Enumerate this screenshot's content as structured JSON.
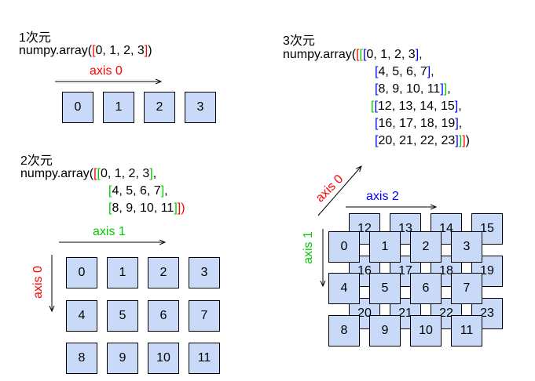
{
  "colors": {
    "box_fill": "#c9daf8",
    "axis0": "#ff0000",
    "axis1": "#00cc00",
    "axis2": "#0000ff"
  },
  "d1": {
    "title": "1次元",
    "code_prefix": "numpy.array(",
    "open0": "[",
    "body": "0, 1, 2, 3",
    "close0": "]",
    "code_suffix": ")",
    "axis0": "axis 0",
    "cells": [
      "0",
      "1",
      "2",
      "3"
    ]
  },
  "d2": {
    "title": "2次元",
    "code_prefix": "numpy.array(",
    "rows": [
      {
        "pre": "[",
        "open": "[",
        "body": "0, 1, 2, 3",
        "close": "]",
        "post": ","
      },
      {
        "pre": "",
        "open": "[",
        "body": "4, 5, 6, 7",
        "close": "]",
        "post": ","
      },
      {
        "pre": "",
        "open": "[",
        "body": "8, 9, 10, 11",
        "close": "]",
        "post": "])"
      }
    ],
    "axis0": "axis 0",
    "axis1": "axis 1",
    "cells": [
      [
        "0",
        "1",
        "2",
        "3"
      ],
      [
        "4",
        "5",
        "6",
        "7"
      ],
      [
        "8",
        "9",
        "10",
        "11"
      ]
    ]
  },
  "d3": {
    "title": "3次元",
    "code_prefix": "numpy.array(",
    "rows": [
      {
        "r": "[",
        "g": "[",
        "b": "[",
        "body": "0, 1, 2, 3",
        "bc": "]",
        "gc": "",
        "rc": "",
        "post": ","
      },
      {
        "r": "",
        "g": "",
        "b": "[",
        "body": "4, 5, 6, 7",
        "bc": "]",
        "gc": "",
        "rc": "",
        "post": ","
      },
      {
        "r": "",
        "g": "",
        "b": "[",
        "body": "8, 9, 10, 11",
        "bc": "]",
        "gc": "]",
        "rc": "",
        "post": ","
      },
      {
        "r": "",
        "g": "[",
        "b": "[",
        "body": "12, 13, 14, 15",
        "bc": "]",
        "gc": "",
        "rc": "",
        "post": ","
      },
      {
        "r": "",
        "g": "",
        "b": "[",
        "body": "16, 17, 18, 19",
        "bc": "]",
        "gc": "",
        "rc": "",
        "post": ","
      },
      {
        "r": "",
        "g": "",
        "b": "[",
        "body": "20, 21, 22, 23",
        "bc": "]",
        "gc": "]",
        "rc": "]",
        "post": ")"
      }
    ],
    "axis0": "axis 0",
    "axis1": "axis 1",
    "axis2": "axis 2",
    "back": [
      [
        "12",
        "13",
        "14",
        "15"
      ],
      [
        "16",
        "17",
        "18",
        "19"
      ],
      [
        "20",
        "21",
        "22",
        "23"
      ]
    ],
    "front": [
      [
        "0",
        "1",
        "2",
        "3"
      ],
      [
        "4",
        "5",
        "6",
        "7"
      ],
      [
        "8",
        "9",
        "10",
        "11"
      ]
    ]
  }
}
